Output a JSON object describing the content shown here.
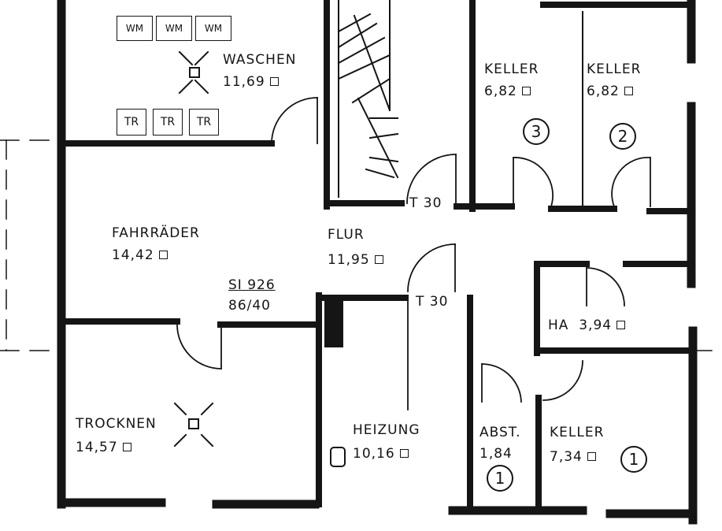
{
  "rooms": {
    "waschen": {
      "name": "WASCHEN",
      "area": "11,69"
    },
    "keller3": {
      "name": "KELLER",
      "area": "6,82",
      "number": "3"
    },
    "keller2": {
      "name": "KELLER",
      "area": "6,82",
      "number": "2"
    },
    "fahrraeder": {
      "name": "FAHRRÄDER",
      "area": "14,42"
    },
    "flur": {
      "name": "FLUR",
      "area": "11,95"
    },
    "ha": {
      "name": "HA",
      "area": "3,94"
    },
    "trocknen": {
      "name": "TROCKNEN",
      "area": "14,57"
    },
    "heizung": {
      "name": "HEIZUNG",
      "area": "10,16"
    },
    "abst": {
      "name": "ABST.",
      "area": "1,84",
      "number": "1"
    },
    "keller1": {
      "name": "KELLER",
      "area": "7,34",
      "number": "1"
    }
  },
  "doors": {
    "t30_upper": "T 30",
    "t30_lower": "T 30"
  },
  "window_note": {
    "line1": "SI 926",
    "line2": "86/40"
  },
  "fixtures": {
    "washers": [
      "WM",
      "WM",
      "WM"
    ],
    "dryers": [
      "TR",
      "TR",
      "TR"
    ]
  }
}
